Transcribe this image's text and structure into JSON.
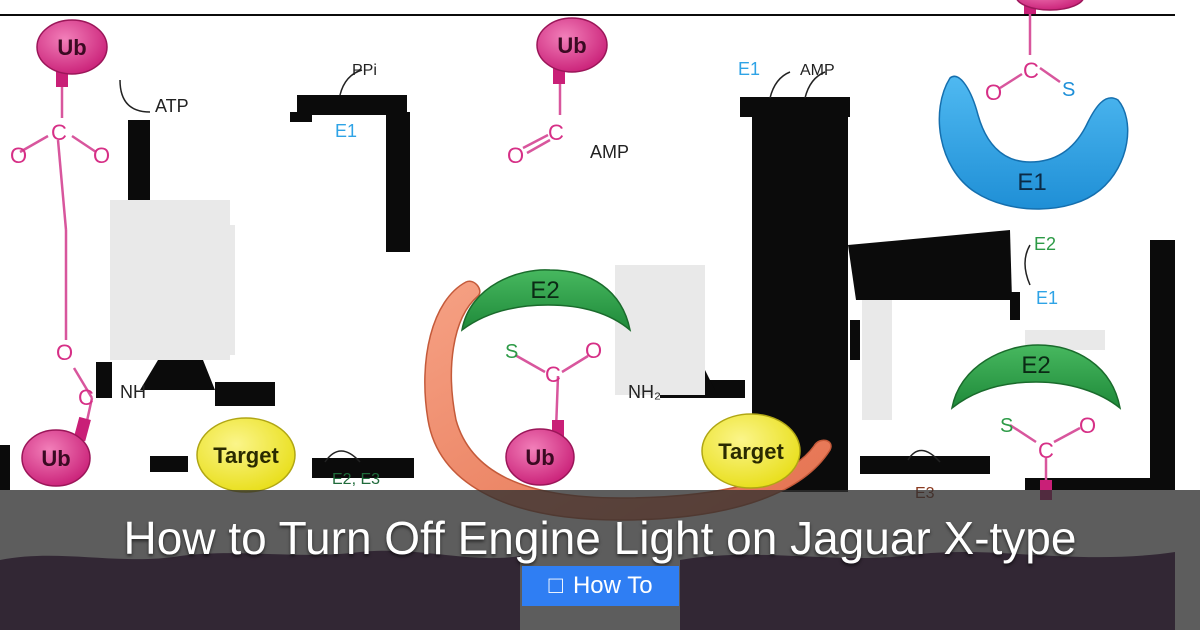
{
  "diagram": {
    "molecules": {
      "ub": "Ub",
      "target": "Target",
      "e1": "E1",
      "e2": "E2",
      "e2_e3": "E2, E3",
      "e3": "E3"
    },
    "atoms": {
      "o": "O",
      "c": "C",
      "s": "S"
    },
    "reagents": {
      "atp": "ATP",
      "ppi": "PPi",
      "amp": "AMP",
      "nh": "NH",
      "nh2": "NH₂"
    },
    "colors": {
      "ub": "#d62f86",
      "target": "#f2ea2a",
      "e1": "#2ea3e6",
      "e2": "#2c9a46",
      "e3": "#f0866a",
      "purple": "#3b0c45"
    }
  },
  "post": {
    "title": "How to Turn Off Engine Light on Jaguar X-type",
    "category": "How To",
    "category_icon": "folder-icon",
    "category_glyph": "□"
  }
}
